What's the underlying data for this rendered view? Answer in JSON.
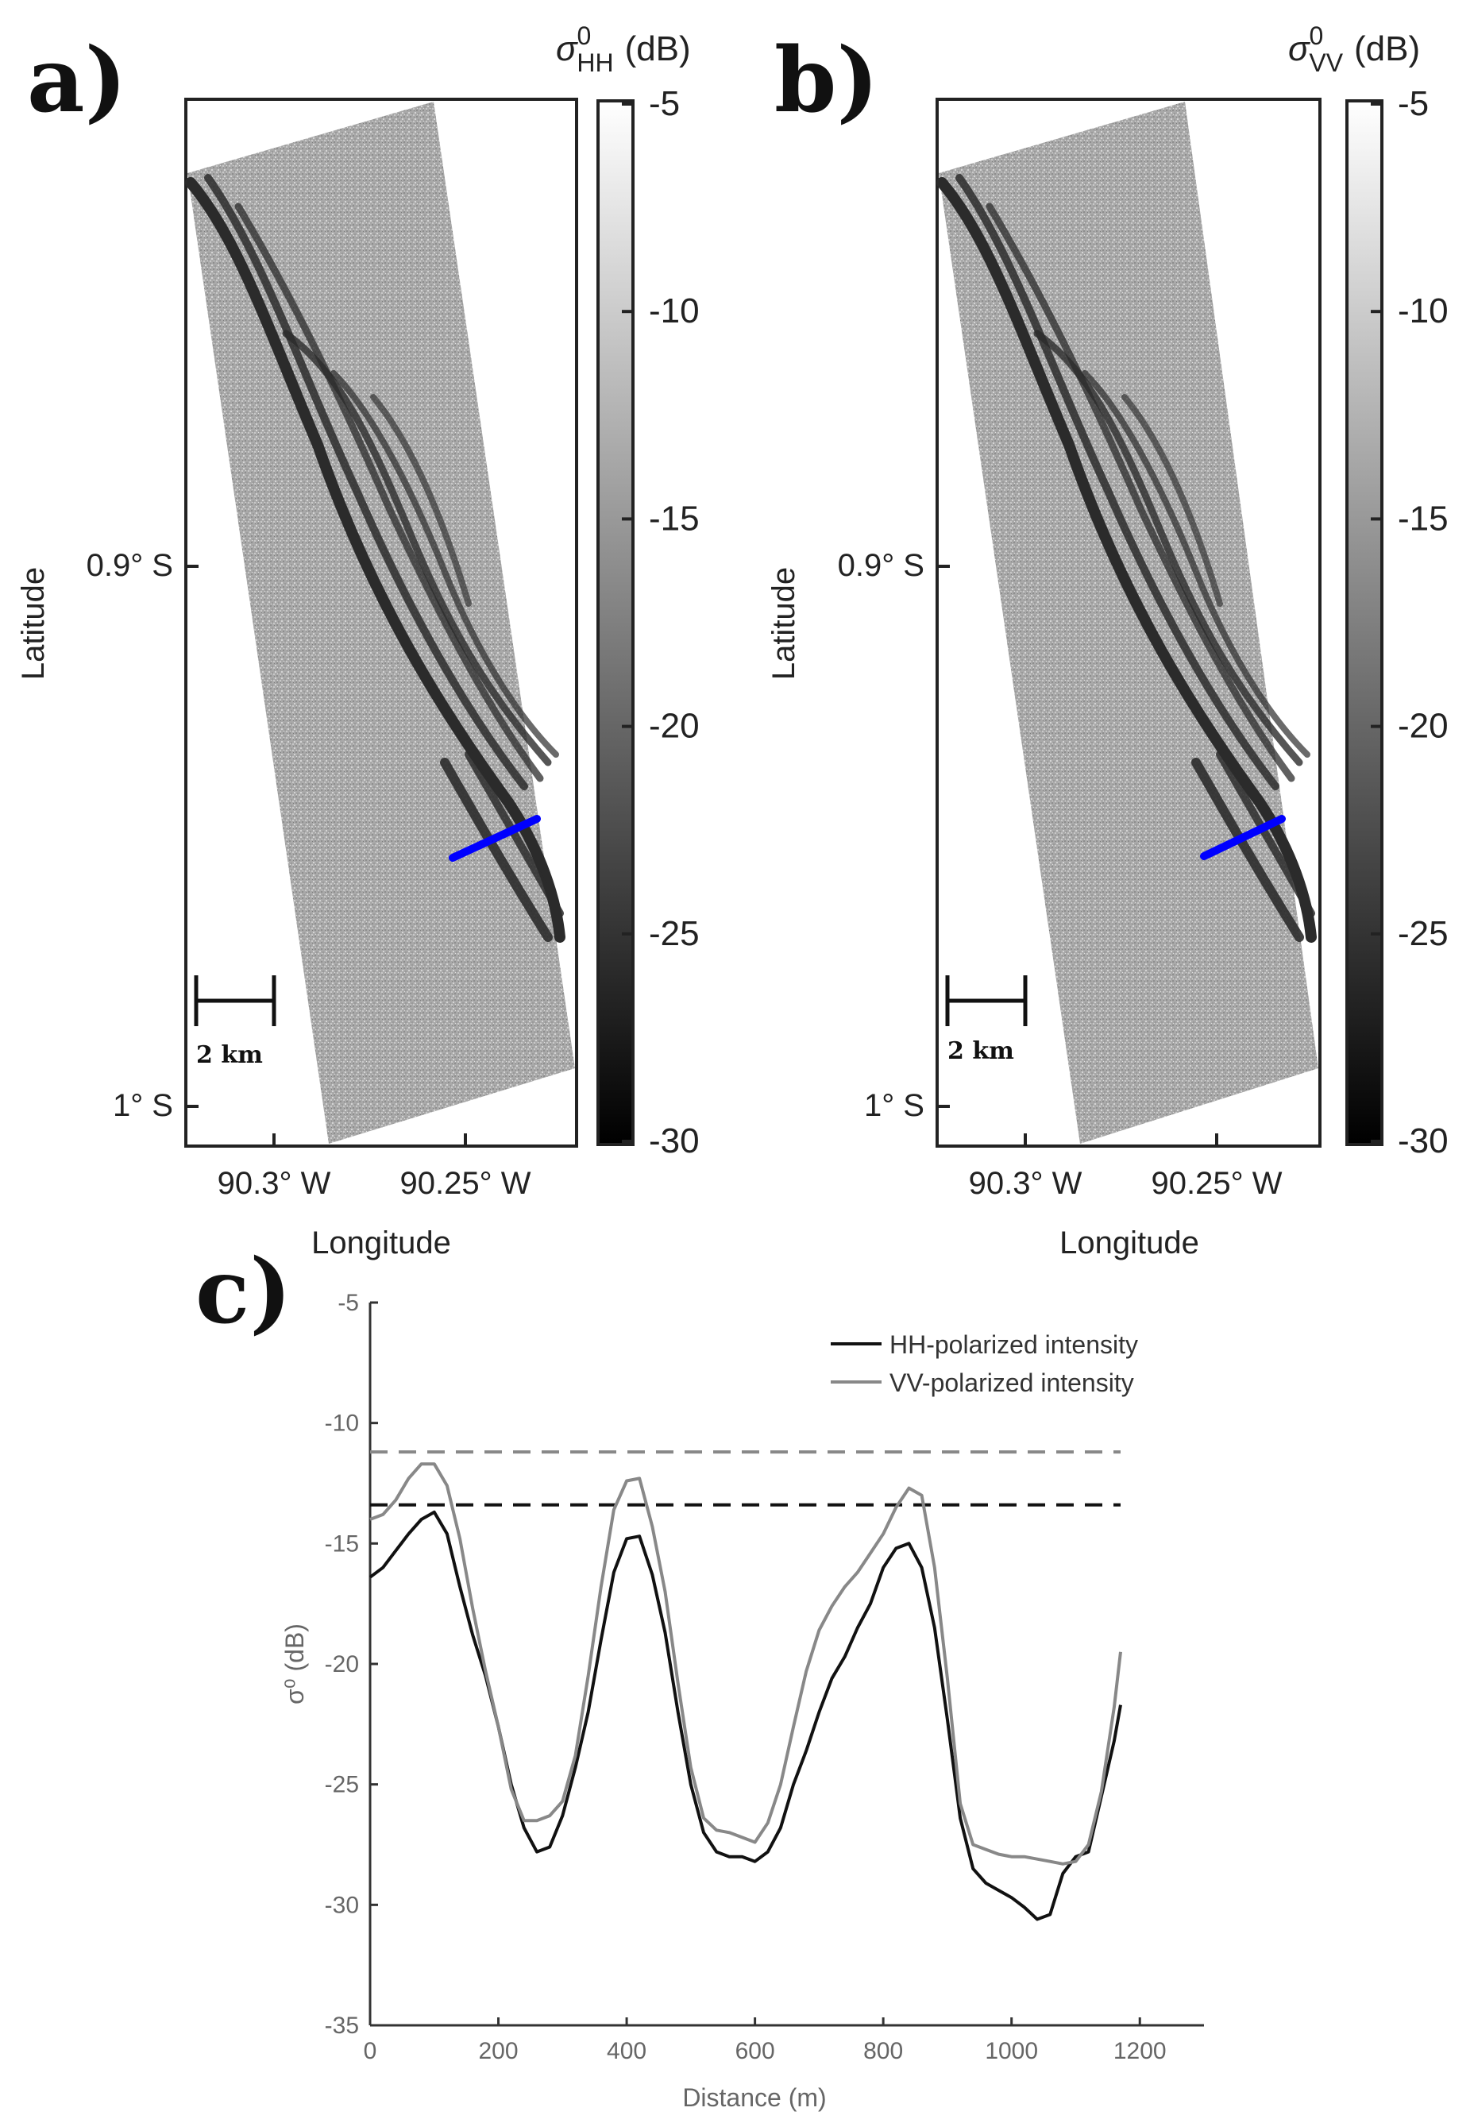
{
  "panels": {
    "a": {
      "label": "a)",
      "cbar_symbol": "σ",
      "cbar_sup": "0",
      "cbar_sub": "HH",
      "cbar_unit": "(dB)",
      "scalebar_label": "2 km"
    },
    "b": {
      "label": "b)",
      "cbar_symbol": "σ",
      "cbar_sup": "0",
      "cbar_sub": "VV",
      "cbar_unit": "(dB)",
      "scalebar_label": "2 km"
    },
    "c": {
      "label": "c)"
    }
  },
  "map_axes": {
    "ylabel": "Latitude",
    "xlabel": "Longitude",
    "yticks": [
      "0.9° S",
      "1° S"
    ],
    "xticks": [
      "90.3° W",
      "90.25° W"
    ]
  },
  "colorbar": {
    "ticks": [
      -5,
      -10,
      -15,
      -20,
      -25,
      -30
    ],
    "range": [
      -30,
      -5
    ],
    "colormap": [
      "#000000",
      "#ffffff"
    ]
  },
  "colors": {
    "transect": "#0000ff",
    "hh_line": "#111111",
    "vv_line": "#888888",
    "axis": "#222222"
  },
  "chart_data": [
    {
      "type": "line",
      "panel": "c",
      "ylabel": "σ⁰ (dB)",
      "xlabel": "Distance (m)",
      "xlim": [
        0,
        1300
      ],
      "ylim": [
        -35,
        -5
      ],
      "xticks": [
        0,
        200,
        400,
        600,
        800,
        1000,
        1200
      ],
      "yticks": [
        -5,
        -10,
        -15,
        -20,
        -25,
        -30,
        -35
      ],
      "legend_position": "top-right",
      "series": [
        {
          "name": "HH-polarized intensity",
          "color": "#111111",
          "x": [
            0,
            20,
            40,
            60,
            80,
            100,
            120,
            140,
            160,
            180,
            200,
            220,
            240,
            260,
            280,
            300,
            320,
            340,
            360,
            380,
            400,
            420,
            440,
            460,
            480,
            500,
            520,
            540,
            560,
            580,
            600,
            620,
            640,
            660,
            680,
            700,
            720,
            740,
            760,
            780,
            800,
            820,
            840,
            860,
            880,
            900,
            920,
            940,
            960,
            980,
            1000,
            1020,
            1040,
            1060,
            1080,
            1100,
            1120,
            1140,
            1160,
            1170
          ],
          "y": [
            -16.4,
            -16.0,
            -15.3,
            -14.6,
            -14.0,
            -13.7,
            -14.6,
            -16.8,
            -18.8,
            -20.5,
            -22.6,
            -25.0,
            -26.8,
            -27.8,
            -27.6,
            -26.3,
            -24.3,
            -22.0,
            -19.0,
            -16.2,
            -14.8,
            -14.7,
            -16.3,
            -18.7,
            -22.0,
            -25.0,
            -27.0,
            -27.8,
            -28.0,
            -28.0,
            -28.2,
            -27.8,
            -26.8,
            -25.0,
            -23.6,
            -22.0,
            -20.6,
            -19.7,
            -18.5,
            -17.5,
            -16.0,
            -15.2,
            -15.0,
            -16.0,
            -18.5,
            -22.3,
            -26.4,
            -28.5,
            -29.1,
            -29.4,
            -29.7,
            -30.1,
            -30.6,
            -30.4,
            -28.7,
            -28.0,
            -27.8,
            -25.5,
            -23.2,
            -21.7
          ]
        },
        {
          "name": "VV-polarized intensity",
          "color": "#888888",
          "x": [
            0,
            20,
            40,
            60,
            80,
            100,
            120,
            140,
            160,
            180,
            200,
            220,
            240,
            260,
            280,
            300,
            320,
            340,
            360,
            380,
            400,
            420,
            440,
            460,
            480,
            500,
            520,
            540,
            560,
            580,
            600,
            620,
            640,
            660,
            680,
            700,
            720,
            740,
            760,
            780,
            800,
            820,
            840,
            860,
            880,
            900,
            920,
            940,
            960,
            980,
            1000,
            1020,
            1040,
            1060,
            1080,
            1100,
            1120,
            1140,
            1160,
            1170
          ],
          "y": [
            -14.0,
            -13.8,
            -13.2,
            -12.3,
            -11.7,
            -11.7,
            -12.6,
            -14.8,
            -17.7,
            -20.3,
            -22.6,
            -25.2,
            -26.5,
            -26.5,
            -26.3,
            -25.7,
            -23.8,
            -20.5,
            -16.8,
            -13.6,
            -12.4,
            -12.3,
            -14.3,
            -17.0,
            -20.8,
            -24.3,
            -26.4,
            -26.9,
            -27.0,
            -27.2,
            -27.4,
            -26.6,
            -25.0,
            -22.6,
            -20.3,
            -18.6,
            -17.6,
            -16.8,
            -16.2,
            -15.4,
            -14.6,
            -13.5,
            -12.7,
            -13.0,
            -16.0,
            -20.6,
            -25.8,
            -27.5,
            -27.7,
            -27.9,
            -28.0,
            -28.0,
            -28.1,
            -28.2,
            -28.3,
            -28.2,
            -27.5,
            -25.3,
            -21.8,
            -19.5
          ]
        }
      ],
      "reference_lines": [
        {
          "series": "VV-polarized intensity",
          "y": -11.2,
          "color": "#888888"
        },
        {
          "series": "HH-polarized intensity",
          "y": -13.4,
          "color": "#111111"
        }
      ]
    }
  ]
}
